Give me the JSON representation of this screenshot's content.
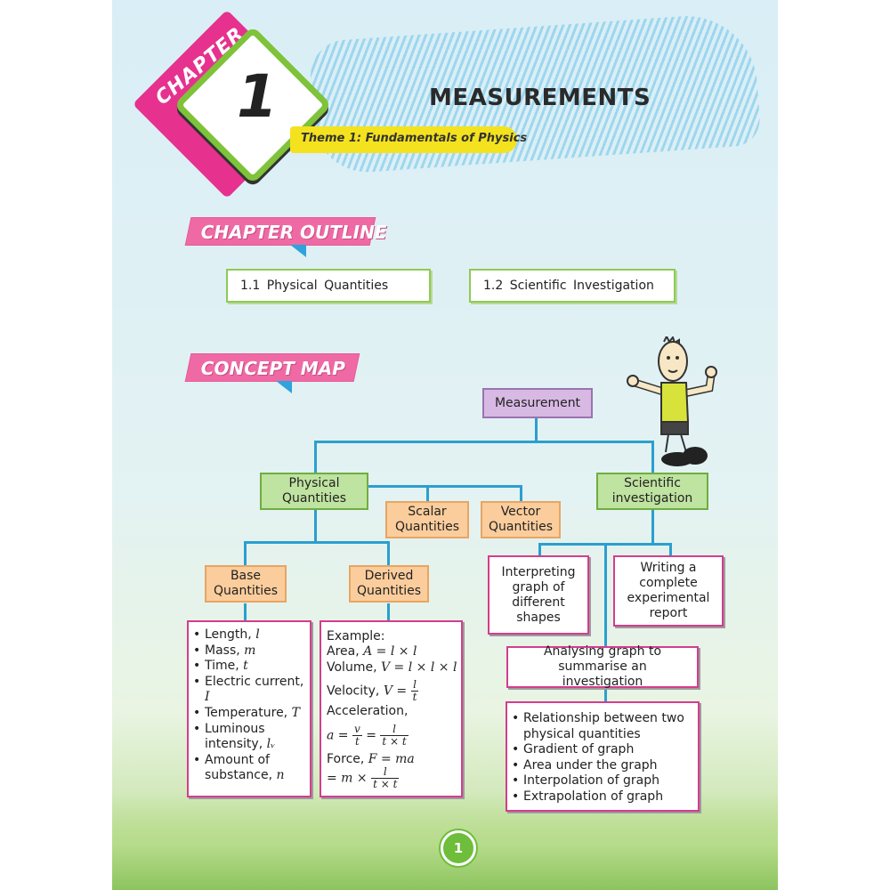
{
  "header": {
    "chapter_word": "CHAPTER",
    "chapter_number": "1",
    "title": "MEASUREMENTS",
    "theme": "Theme 1: Fundamentals of Physics"
  },
  "outline": {
    "heading": "CHAPTER OUTLINE",
    "items": [
      "1.1 Physical Quantities",
      "1.2 Scientific Investigation"
    ]
  },
  "concept_map": {
    "heading": "CONCEPT MAP",
    "root": "Measurement",
    "physical": "Physical Quantities",
    "scalar": "Scalar Quantities",
    "vector": "Vector Quantities",
    "scientific": "Scientific investigation",
    "base": "Base Quantities",
    "derived": "Derived Quantities",
    "interpreting": "Interpreting graph of different shapes",
    "writing": "Writing a complete experimental report",
    "analysing": "Analysing graph to summarise an investigation",
    "base_list": [
      {
        "text": "Length, ",
        "sym": "l"
      },
      {
        "text": "Mass, ",
        "sym": "m"
      },
      {
        "text": "Time, ",
        "sym": "t"
      },
      {
        "text": "Electric current, ",
        "sym": "I"
      },
      {
        "text": "Temperature, ",
        "sym": "T"
      },
      {
        "text": "Luminous intensity, ",
        "sym": "lᵥ"
      },
      {
        "text": "Amount of substance, ",
        "sym": "n"
      }
    ],
    "derived_example": {
      "label": "Example:",
      "area": "Area, ",
      "area_eq": "A = l × l",
      "volume": "Volume, ",
      "volume_eq": "V = l × l × l",
      "velocity": "Velocity, ",
      "velocity_lhs": "V = ",
      "velocity_num": "l",
      "velocity_den": "t",
      "acceleration": "Acceleration,",
      "acc_a": "a = ",
      "acc_num1": "v",
      "acc_den1": "t",
      "acc_eq2": " = ",
      "acc_num2": "l",
      "acc_den2": "t × t",
      "force": "Force, ",
      "force_eq": "F = ma",
      "force2_lhs": "= m × ",
      "force2_num": "l",
      "force2_den": "t × t"
    },
    "analysis_list": [
      "Relationship between two physical quantities",
      "Gradient of graph",
      "Area under the graph",
      "Interpolation of graph",
      "Extrapolation of graph"
    ]
  },
  "footer": {
    "page_number": "1"
  },
  "colors": {
    "pink": "#e6318f",
    "green": "#7ec33a",
    "blue": "#2b9fcf",
    "yellow": "#f4e21e"
  }
}
